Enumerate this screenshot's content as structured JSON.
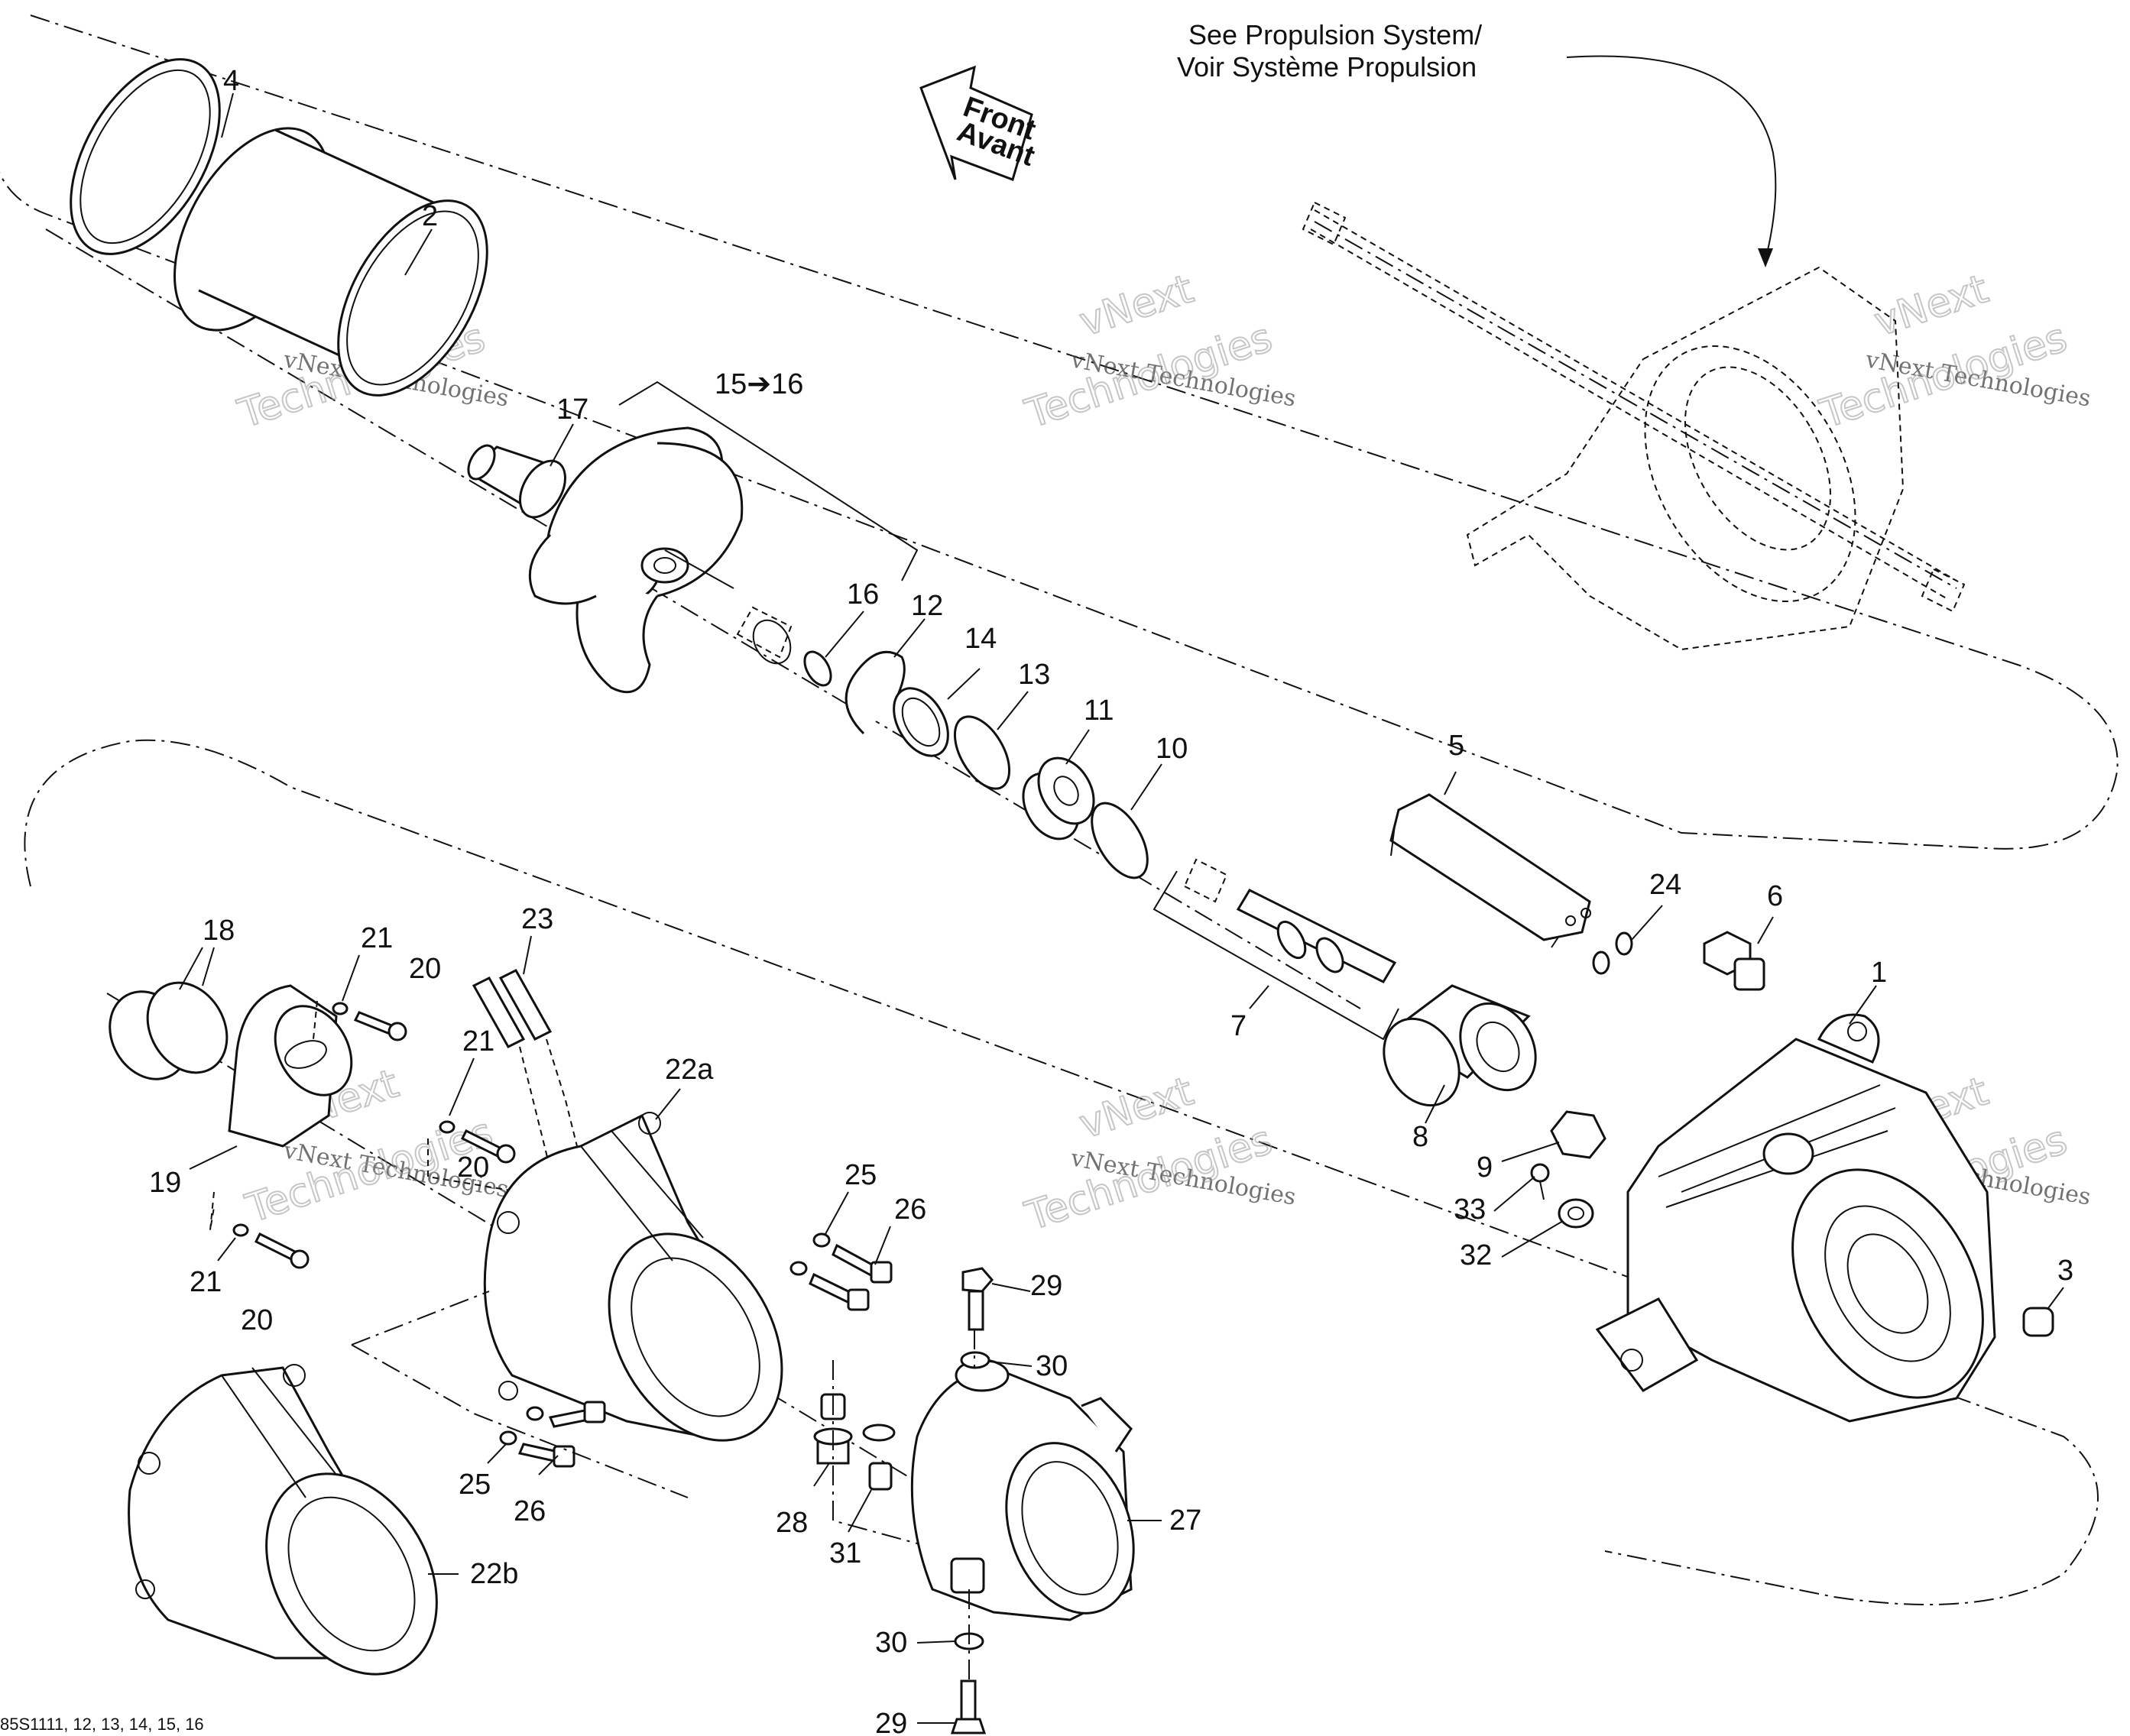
{
  "note": {
    "line1": "See Propulsion System/",
    "line2": "Voir Système Propulsion"
  },
  "arrow": {
    "line1": "Front",
    "line2": "Avant"
  },
  "watermark": {
    "line1": "vNext",
    "line2": "vNext Technologies",
    "line3": "Technologies"
  },
  "footer_code": "85S1111, 12, 13, 14, 15, 16",
  "labels": {
    "l1": "1",
    "l2": "2",
    "l3": "3",
    "l4": "4",
    "l5": "5",
    "l6": "6",
    "l7": "7",
    "l8": "8",
    "l9": "9",
    "l10": "10",
    "l11": "11",
    "l12": "12",
    "l13": "13",
    "l14": "14",
    "l15_16": "15➔16",
    "l16": "16",
    "l17": "17",
    "l18": "18",
    "l19": "19",
    "l20a": "20",
    "l20b": "20",
    "l20c": "20",
    "l21a": "21",
    "l21b": "21",
    "l21c": "21",
    "l22a": "22a",
    "l22b": "22b",
    "l23": "23",
    "l24": "24",
    "l25a": "25",
    "l25b": "25",
    "l26a": "26",
    "l26b": "26",
    "l27": "27",
    "l28": "28",
    "l29a": "29",
    "l29b": "29",
    "l30a": "30",
    "l30b": "30",
    "l31": "31",
    "l32": "32",
    "l33": "33"
  }
}
